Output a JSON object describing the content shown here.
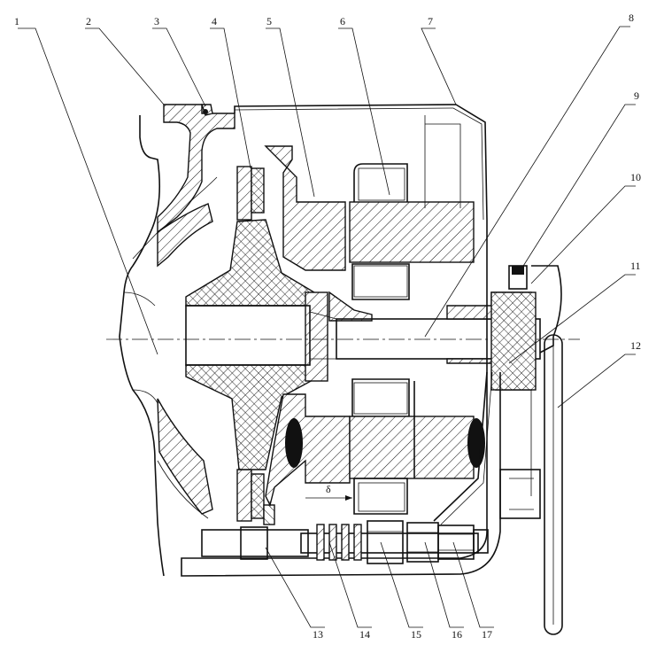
{
  "callouts": [
    "1",
    "2",
    "3",
    "4",
    "5",
    "6",
    "7",
    "8",
    "9",
    "10",
    "11",
    "12",
    "13",
    "14",
    "15",
    "16",
    "17"
  ],
  "delta_symbol": "δ"
}
